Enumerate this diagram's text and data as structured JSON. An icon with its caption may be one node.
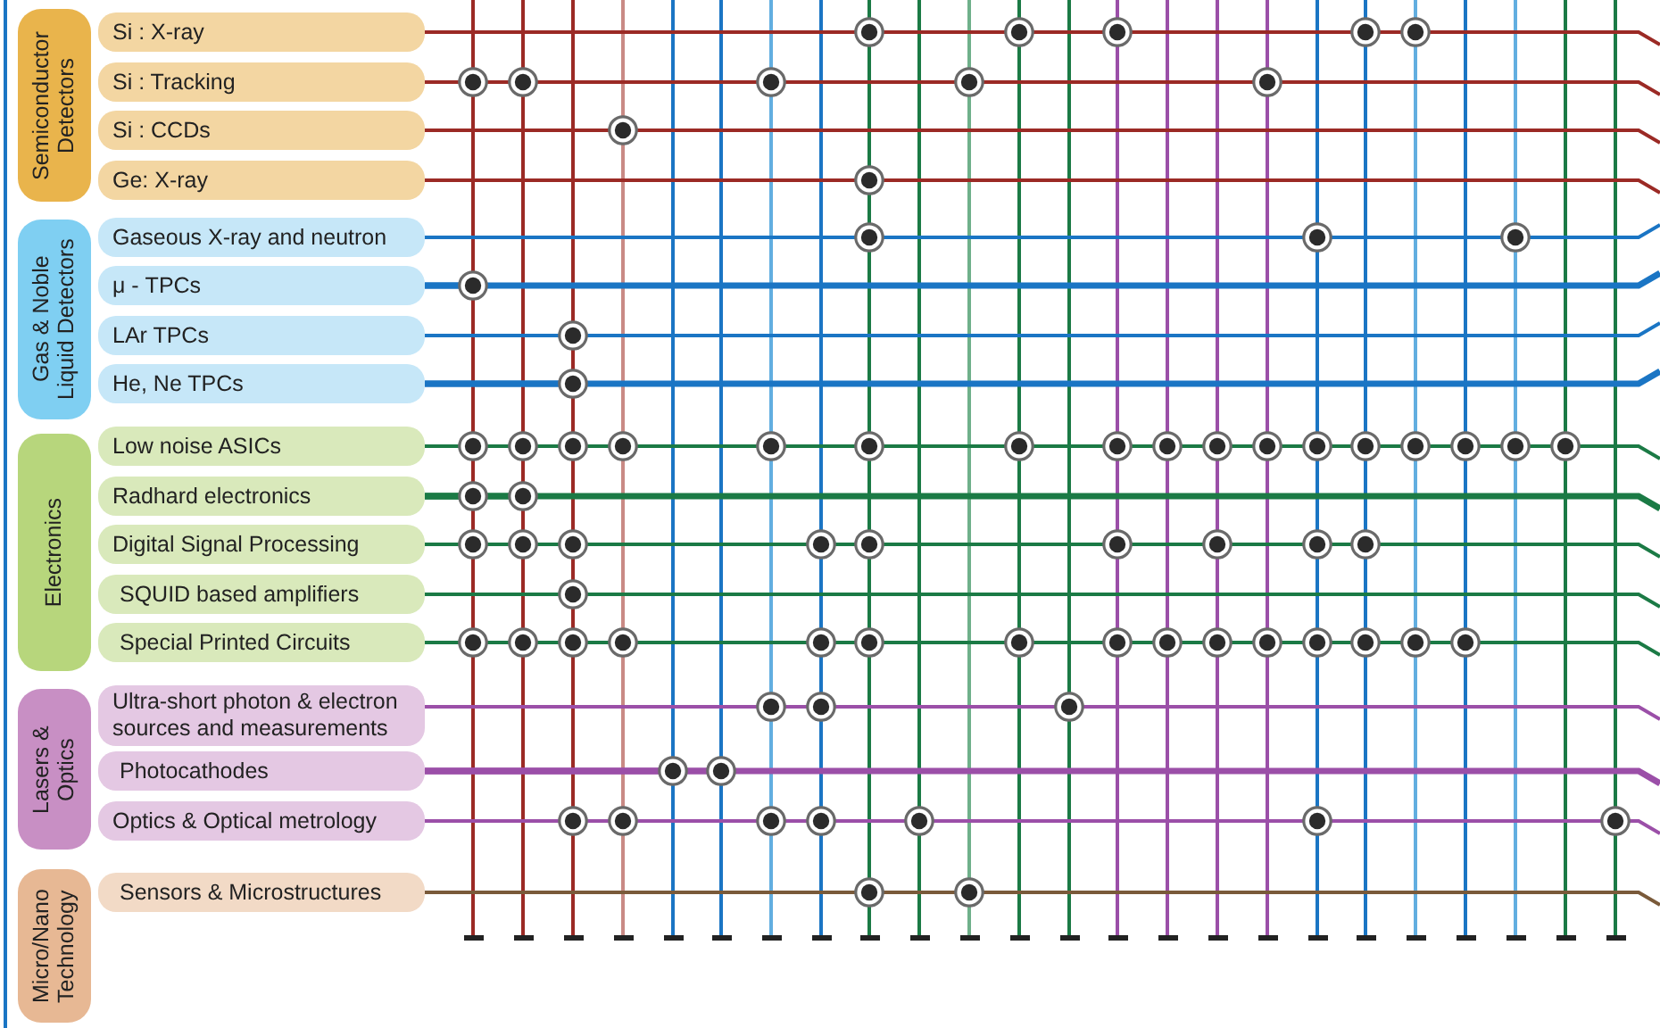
{
  "diagram": {
    "nodes": [
      {
        "text": [
          "Semiconductor Detectors"
        ]
      },
      {
        "text": [
          "Si : X-ray"
        ]
      },
      {
        "text": [
          "Si : Tracking"
        ]
      },
      {
        "text": [
          "Si : CCDs"
        ]
      },
      {
        "text": [
          "Ge: X-ray"
        ]
      },
      {
        "text": [
          "Gas & Noble Liquid Detectors"
        ]
      },
      {
        "text": [
          "Gaseous X-ray and neutron"
        ]
      },
      {
        "text": [
          "μ - TPCs"
        ]
      },
      {
        "text": [
          "LAr TPCs"
        ]
      },
      {
        "text": [
          "He, Ne TPCs"
        ]
      },
      {
        "text": [
          "Electronics"
        ]
      },
      {
        "text": [
          "Low noise ASICs"
        ]
      },
      {
        "text": [
          "Radhard electronics"
        ]
      },
      {
        "text": [
          "Digital Signal Processing"
        ]
      },
      {
        "text": [
          "SQUID based amplifiers"
        ]
      },
      {
        "text": [
          "Special Printed Circuits"
        ]
      },
      {
        "text": [
          "Lasers & Optics"
        ]
      },
      {
        "text": [
          "Ultra-short photon & electron sources and measurements"
        ]
      },
      {
        "text": [
          "Photocathodes"
        ]
      },
      {
        "text": [
          "Optics & Optical metrology"
        ]
      },
      {
        "text": [
          "Micro/Nano Technology"
        ]
      },
      {
        "text": [
          "Sensors & Microstructures"
        ]
      },
      {
        "text": [],
        "shape": "bar"
      },
      {
        "text": [],
        "shape": "bar"
      },
      {
        "text": [],
        "shape": "bar"
      },
      {
        "text": [],
        "shape": "bar"
      },
      {
        "text": [],
        "shape": "bar"
      },
      {
        "text": [],
        "shape": "bar"
      },
      {
        "text": [],
        "shape": "bar"
      },
      {
        "text": [],
        "shape": "bar"
      },
      {
        "text": [],
        "shape": "bar"
      },
      {
        "text": [],
        "shape": "bar"
      },
      {
        "text": [],
        "shape": "bar"
      },
      {
        "text": [],
        "shape": "bar"
      },
      {
        "text": [],
        "shape": "bar"
      },
      {
        "text": [],
        "shape": "bar"
      },
      {
        "text": [],
        "shape": "bar"
      },
      {
        "text": [],
        "shape": "bar"
      },
      {
        "text": [],
        "shape": "bar"
      },
      {
        "text": [],
        "shape": "bar"
      },
      {
        "text": [],
        "shape": "bar"
      },
      {
        "text": [],
        "shape": "bar"
      },
      {
        "text": [],
        "shape": "bar"
      },
      {
        "text": [],
        "shape": "bar"
      },
      {
        "text": [],
        "shape": "bar"
      },
      {
        "text": [],
        "shape": "bar"
      }
    ],
    "edges": [
      {
        "from": 1,
        "to": 30,
        "arrow": "other",
        "color": "#9b2a25"
      },
      {
        "from": 1,
        "to": 33,
        "arrow": "other",
        "color": "#9b2a25"
      },
      {
        "from": 1,
        "to": 35,
        "arrow": "other",
        "color": "#9b2a25"
      },
      {
        "from": 1,
        "to": 40,
        "arrow": "other",
        "color": "#9b2a25"
      },
      {
        "from": 1,
        "to": 41,
        "arrow": "other",
        "color": "#9b2a25"
      },
      {
        "from": 2,
        "to": 22,
        "arrow": "other",
        "color": "#9b2a25"
      },
      {
        "from": 2,
        "to": 23,
        "arrow": "other",
        "color": "#9b2a25"
      },
      {
        "from": 2,
        "to": 28,
        "arrow": "other",
        "color": "#9b2a25"
      },
      {
        "from": 2,
        "to": 32,
        "arrow": "other",
        "color": "#9b2a25"
      },
      {
        "from": 2,
        "to": 38,
        "arrow": "other",
        "color": "#9b2a25"
      },
      {
        "from": 3,
        "to": 25,
        "arrow": "other",
        "color": "#9b2a25"
      },
      {
        "from": 4,
        "to": 30,
        "arrow": "other",
        "color": "#9b2a25"
      },
      {
        "from": 6,
        "to": 30,
        "arrow": "other",
        "color": "#1a75c4"
      },
      {
        "from": 6,
        "to": 39,
        "arrow": "other",
        "color": "#1a75c4"
      },
      {
        "from": 6,
        "to": 43,
        "arrow": "other",
        "color": "#1a75c4"
      },
      {
        "from": 7,
        "to": 22,
        "arrow": "other",
        "style": "thick",
        "color": "#1a75c4"
      },
      {
        "from": 8,
        "to": 24,
        "arrow": "other",
        "color": "#1a75c4"
      },
      {
        "from": 9,
        "to": 24,
        "arrow": "other",
        "style": "thick",
        "color": "#1a75c4"
      },
      {
        "from": 11,
        "to": 22,
        "arrow": "other"
      },
      {
        "from": 11,
        "to": 23,
        "arrow": "other"
      },
      {
        "from": 11,
        "to": 24,
        "arrow": "other"
      },
      {
        "from": 11,
        "to": 25,
        "arrow": "other"
      },
      {
        "from": 11,
        "to": 28,
        "arrow": "other"
      },
      {
        "from": 11,
        "to": 30,
        "arrow": "other"
      },
      {
        "from": 11,
        "to": 33,
        "arrow": "other"
      },
      {
        "from": 11,
        "to": 35,
        "arrow": "other"
      },
      {
        "from": 11,
        "to": 36,
        "arrow": "other"
      },
      {
        "from": 11,
        "to": 37,
        "arrow": "other"
      },
      {
        "from": 11,
        "to": 38,
        "arrow": "other"
      },
      {
        "from": 11,
        "to": 39,
        "arrow": "other"
      },
      {
        "from": 11,
        "to": 40,
        "arrow": "other"
      },
      {
        "from": 11,
        "to": 41,
        "arrow": "other"
      },
      {
        "from": 11,
        "to": 42,
        "arrow": "other"
      },
      {
        "from": 11,
        "to": 43,
        "arrow": "other"
      },
      {
        "from": 11,
        "to": 44,
        "arrow": "other"
      },
      {
        "from": 12,
        "to": 22,
        "arrow": "other",
        "style": "thick"
      },
      {
        "from": 12,
        "to": 23,
        "arrow": "other",
        "style": "thick"
      },
      {
        "from": 13,
        "to": 22,
        "arrow": "other"
      },
      {
        "from": 13,
        "to": 23,
        "arrow": "other"
      },
      {
        "from": 13,
        "to": 24,
        "arrow": "other"
      },
      {
        "from": 13,
        "to": 29,
        "arrow": "other"
      },
      {
        "from": 13,
        "to": 30,
        "arrow": "other"
      },
      {
        "from": 13,
        "to": 35,
        "arrow": "other"
      },
      {
        "from": 13,
        "to": 37,
        "arrow": "other"
      },
      {
        "from": 13,
        "to": 39,
        "arrow": "other"
      },
      {
        "from": 13,
        "to": 40,
        "arrow": "other"
      },
      {
        "from": 14,
        "to": 24,
        "arrow": "other"
      },
      {
        "from": 15,
        "to": 22,
        "arrow": "other"
      },
      {
        "from": 15,
        "to": 23,
        "arrow": "other"
      },
      {
        "from": 15,
        "to": 24,
        "arrow": "other"
      },
      {
        "from": 15,
        "to": 25,
        "arrow": "other"
      },
      {
        "from": 15,
        "to": 29,
        "arrow": "other"
      },
      {
        "from": 15,
        "to": 30,
        "arrow": "other"
      },
      {
        "from": 15,
        "to": 33,
        "arrow": "other"
      },
      {
        "from": 15,
        "to": 35,
        "arrow": "other"
      },
      {
        "from": 15,
        "to": 36,
        "arrow": "other"
      },
      {
        "from": 15,
        "to": 37,
        "arrow": "other"
      },
      {
        "from": 15,
        "to": 38,
        "arrow": "other"
      },
      {
        "from": 15,
        "to": 39,
        "arrow": "other"
      },
      {
        "from": 15,
        "to": 40,
        "arrow": "other"
      },
      {
        "from": 15,
        "to": 41,
        "arrow": "other"
      },
      {
        "from": 15,
        "to": 42,
        "arrow": "other"
      },
      {
        "from": 17,
        "to": 28,
        "arrow": "other",
        "color": "#9b4fa8"
      },
      {
        "from": 17,
        "to": 29,
        "arrow": "other",
        "color": "#9b4fa8"
      },
      {
        "from": 17,
        "to": 34,
        "arrow": "other",
        "color": "#9b4fa8"
      },
      {
        "from": 18,
        "to": 26,
        "arrow": "other",
        "style": "thick",
        "color": "#9b4fa8"
      },
      {
        "from": 18,
        "to": 27,
        "arrow": "other",
        "style": "thick",
        "color": "#9b4fa8"
      },
      {
        "from": 19,
        "to": 24,
        "arrow": "other",
        "color": "#9b4fa8"
      },
      {
        "from": 19,
        "to": 25,
        "arrow": "other",
        "color": "#9b4fa8"
      },
      {
        "from": 19,
        "to": 28,
        "arrow": "other",
        "color": "#9b4fa8"
      },
      {
        "from": 19,
        "to": 29,
        "arrow": "other",
        "color": "#9b4fa8"
      },
      {
        "from": 19,
        "to": 31,
        "arrow": "other",
        "color": "#9b4fa8"
      },
      {
        "from": 19,
        "to": 39,
        "arrow": "other",
        "color": "#9b4fa8"
      },
      {
        "from": 19,
        "to": 45,
        "arrow": "other",
        "color": "#9b4fa8"
      },
      {
        "from": 21,
        "to": 30,
        "arrow": "other",
        "color": "#7a5a3a"
      },
      {
        "from": 21,
        "to": 32,
        "arrow": "other",
        "color": "#7a5a3a"
      }
    ]
  }
}
